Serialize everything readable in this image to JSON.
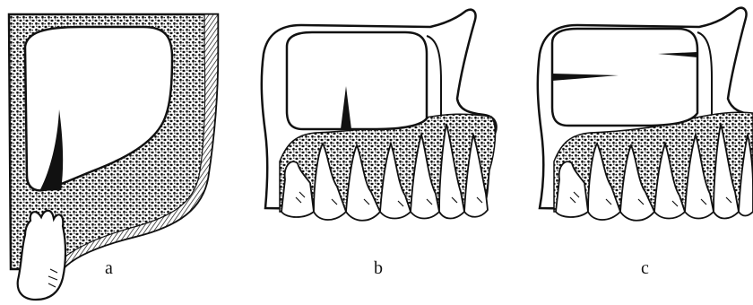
{
  "panels": [
    {
      "label": "a"
    },
    {
      "label": "b"
    },
    {
      "label": "c"
    }
  ],
  "colors": {
    "ink": "#111111",
    "bone_fill": "#4a4a4a",
    "background": "#ffffff"
  }
}
